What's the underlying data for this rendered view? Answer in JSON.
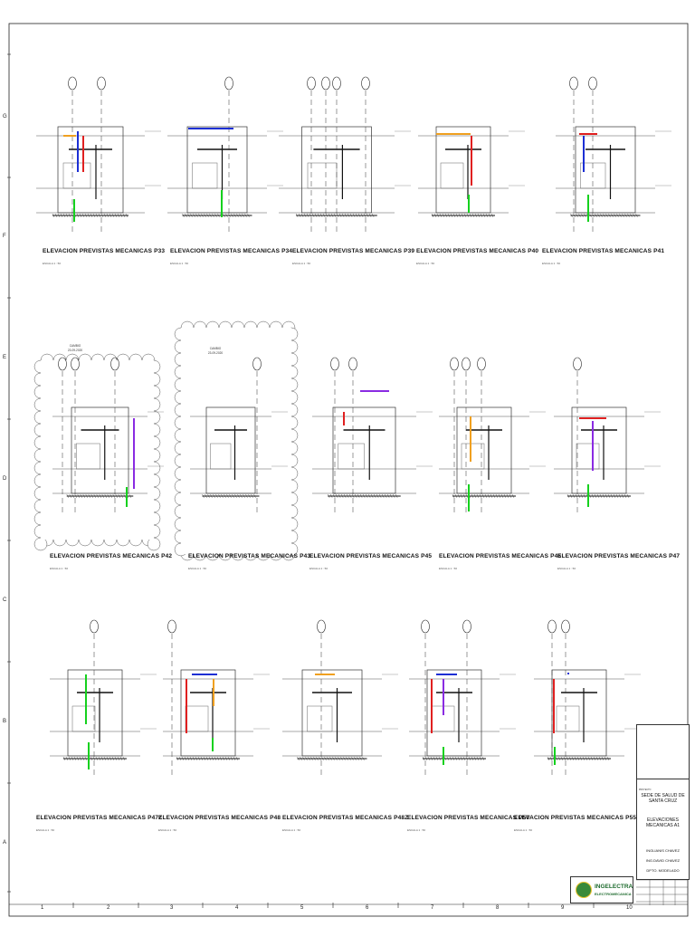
{
  "border": {
    "row_letters": [
      "G",
      "F",
      "E",
      "D",
      "C",
      "B",
      "A"
    ],
    "column_numbers": [
      "1",
      "2",
      "3",
      "4",
      "5",
      "6",
      "7",
      "8",
      "9",
      "10"
    ]
  },
  "elevations": [
    {
      "title": "ELEVACION PREVISTAS MECANICAS P33",
      "scale": "ESCALA 1 : 50"
    },
    {
      "title": "ELEVACION PREVISTAS MECANICAS P34",
      "scale": "ESCALA 1 : 50"
    },
    {
      "title": "ELEVACION PREVISTAS MECANICAS P39",
      "scale": "ESCALA 1 : 50"
    },
    {
      "title": "ELEVACION PREVISTAS MECANICAS P40",
      "scale": "ESCALA 1 : 50"
    },
    {
      "title": "ELEVACION PREVISTAS MECANICAS P41",
      "scale": "ESCALA 1 : 50"
    },
    {
      "title": "ELEVACION PREVISTAS MECANICAS P42",
      "scale": "ESCALA 1 : 50"
    },
    {
      "title": "ELEVACION PREVISTAS MECANICAS P43",
      "scale": "ESCALA 1 : 50"
    },
    {
      "title": "ELEVACION PREVISTAS MECANICAS P45",
      "scale": "ESCALA 1 : 50"
    },
    {
      "title": "ELEVACION PREVISTAS MECANICAS P46",
      "scale": "ESCALA 1 : 50"
    },
    {
      "title": "ELEVACION PREVISTAS MECANICAS P47",
      "scale": "ESCALA 1 : 50"
    },
    {
      "title": "ELEVACION PREVISTAS MECANICAS P47Z",
      "scale": "ESCALA 1 : 50"
    },
    {
      "title": "ELEVACION PREVISTAS MECANICAS P48",
      "scale": "ESCALA 1 : 50"
    },
    {
      "title": "ELEVACION PREVISTAS MECANICAS P48Z",
      "scale": "ESCALA 1 : 50"
    },
    {
      "title": "ELEVACION PREVISTAS MECANICAS P50",
      "scale": "ESCALA 1 : 50"
    },
    {
      "title": "ELEVACION PREVISTAS MECANICAS P55",
      "scale": "ESCALA 1 : 50"
    }
  ],
  "cloud_notes": [
    {
      "label": "CAMBIO",
      "date": "23-09-2020"
    },
    {
      "label": "CAMBIO",
      "date": "23-09-2020"
    }
  ],
  "title_block": {
    "project_label": "PROYECTO",
    "project": "SEDE DE SALUD DE SANTA CRUZ",
    "sheet": "ELEVACIONES MECANICAS A1",
    "designer": "INGLIANIS CHAVEZ",
    "reviewer": "ING.DAVID CHAVEZ",
    "department": "DPTO. MODELADO",
    "company": "INGELECTRA",
    "company_sub": "ELECTROMECANICA"
  },
  "colors": {
    "blue": "#1c2fd4",
    "red": "#e02020",
    "green": "#15d11e",
    "orange": "#f0a020",
    "purple": "#8a2be2",
    "line": "#222222",
    "logo_green": "#3a8a3a"
  }
}
